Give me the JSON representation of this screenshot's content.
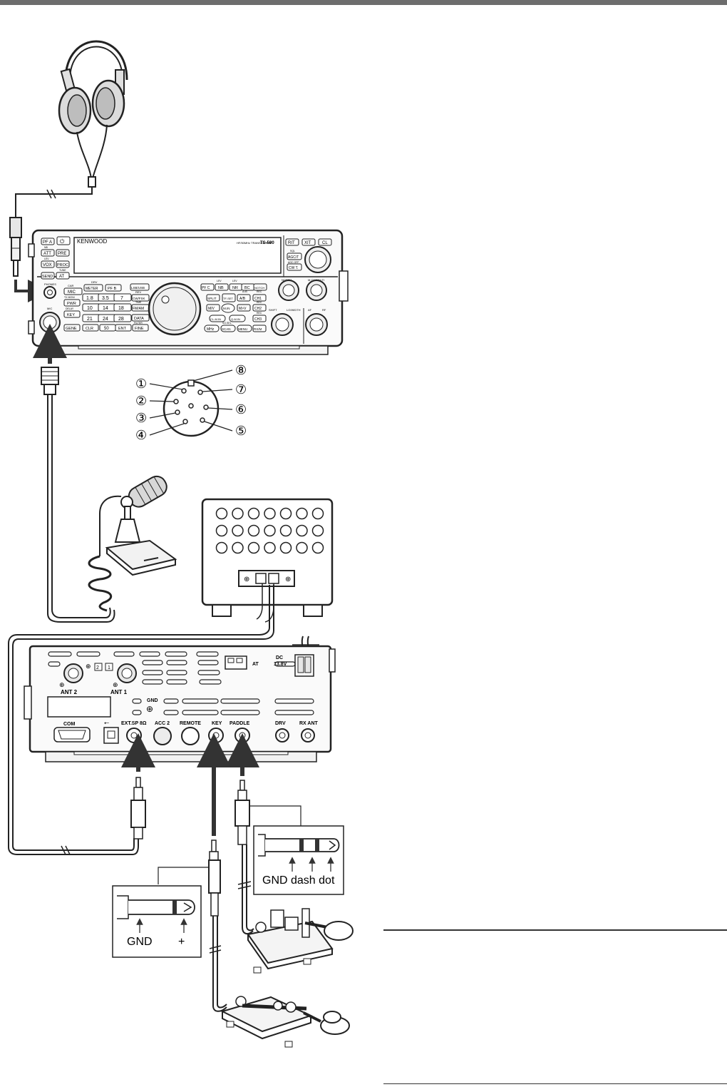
{
  "transceiver": {
    "brand": "KENWOOD",
    "model_line": "HF/50MHz TRANSCEIVER",
    "model": "TS-590",
    "left_keys": [
      "PF A",
      "ATT",
      "PRE",
      "VOX",
      "PROC",
      "SEND",
      "AT"
    ],
    "left_key_captions": [
      "NB",
      "LEV",
      "TUNE"
    ],
    "phones_label": "PHONES",
    "mic_label": "MIC",
    "keypad_top": [
      "MIC",
      "METER",
      "PF B",
      "LSB/USB"
    ],
    "keypad_top_captions": [
      "CAR",
      "DRV",
      "REV"
    ],
    "keypad_rows": [
      [
        "PWR",
        "1.8",
        "3.5",
        "7",
        "CW/FSK"
      ],
      [
        "KEY",
        "10",
        "14",
        "18",
        "FM/AM"
      ],
      [
        "",
        "21",
        "24",
        "28",
        "DATA"
      ],
      [
        "GENE",
        "CLR",
        "50",
        "ENT",
        "FINE"
      ]
    ],
    "keypad_captions": [
      "TX MONI",
      "DELAY",
      "TIME",
      "FILTER"
    ],
    "mid_keys": [
      "PF C",
      "NB",
      "NR",
      "BC",
      "NOTCH",
      "SPLIT",
      "TF-SET",
      "A/B",
      "CH1",
      "M/V",
      "M.IN",
      "M>V",
      "CH2",
      "CL-M.IN",
      "Q-M.IN",
      "CH3",
      "MHz",
      "SCAN",
      "MENU",
      "RX/M"
    ],
    "mid_key_captions": [
      "LEV",
      "LEV",
      "A=B",
      "REC",
      "REC",
      "REC",
      "SG.SEL"
    ],
    "right_keys": [
      "RIT",
      "XIT",
      "CL",
      "AGC/T",
      "CW T."
    ],
    "right_key_captions": [
      "SQL",
      "AGC OFF"
    ],
    "knob_labels": [
      "NOTCH",
      "M.CH/MULTI",
      "SHIFT",
      "LO/WIDTH",
      "AF",
      "RF"
    ]
  },
  "mic_pins": [
    "①",
    "②",
    "③",
    "④",
    "⑤",
    "⑥",
    "⑦",
    "⑧"
  ],
  "rear_panel": {
    "dc_label": "DC",
    "dc_voltage": "13.8V",
    "at_label": "AT",
    "ant2": "ANT 2",
    "ant1": "ANT 1",
    "ant_selector": [
      "2",
      "1"
    ],
    "gnd": "GND",
    "connectors": [
      "COM",
      "EXT.SP 8Ω",
      "ACC 2",
      "REMOTE",
      "KEY",
      "PADDLE",
      "DRV",
      "RX ANT"
    ]
  },
  "plug_callouts": {
    "paddle": "GND dash dot",
    "key_gnd": "GND",
    "key_plus": "+"
  }
}
